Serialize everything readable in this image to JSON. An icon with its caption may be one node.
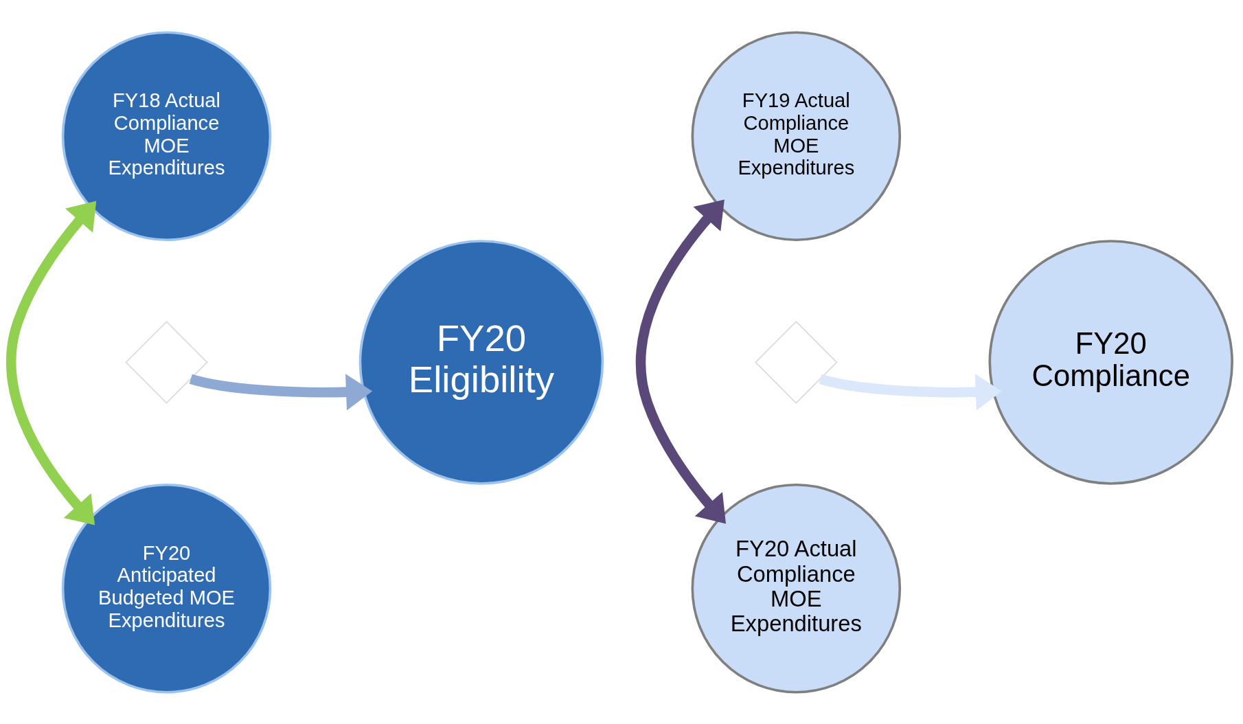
{
  "diagram": {
    "nodes": [
      {
        "text": [
          "FY18 Actual Compliance MOE Expenditures"
        ]
      },
      {
        "text": [],
        "shape": "diamond"
      },
      {
        "text": [
          "FY20 Anticipated Budgeted MOE Expenditures"
        ]
      },
      {
        "text": [
          "FY20 Eligibility"
        ]
      },
      {
        "text": [
          "FY19 Actual Compliance MOE Expenditures"
        ]
      },
      {
        "text": [],
        "shape": "diamond"
      },
      {
        "text": [
          "FY20 Actual Compliance MOE Expenditures"
        ]
      },
      {
        "text": [
          "FY20 Compliance"
        ]
      }
    ],
    "edges": [
      {
        "from": 0,
        "to": 2,
        "arrow": "both",
        "color": "#92d050"
      },
      {
        "from": 1,
        "to": 3,
        "arrow": "to",
        "color": "#8eaad4"
      },
      {
        "from": 4,
        "to": 6,
        "arrow": "both",
        "color": "#5a4878"
      },
      {
        "from": 5,
        "to": 7,
        "arrow": "to",
        "color": "#dbe7fa"
      }
    ]
  }
}
